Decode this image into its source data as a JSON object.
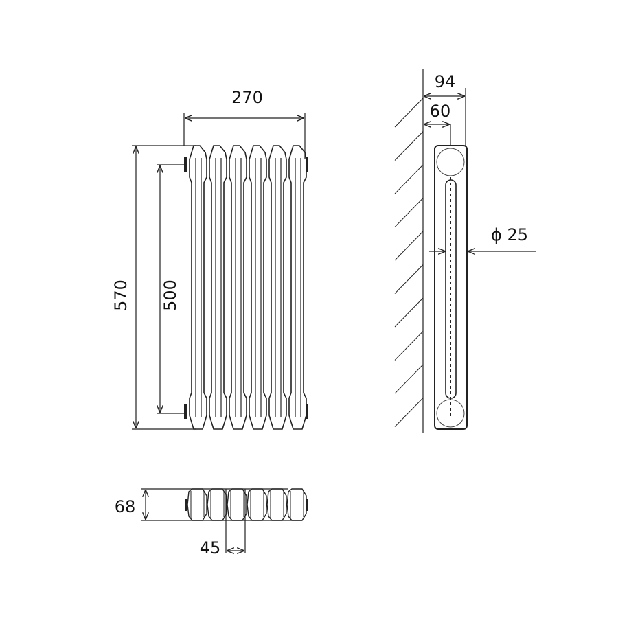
{
  "front_view": {
    "column_count": 6,
    "dimensions": {
      "width": "270",
      "height": "570",
      "centers": "500"
    }
  },
  "side_view": {
    "dimensions": {
      "depth": "94",
      "pipe_offset": "60",
      "pipe_diameter": "ϕ 25"
    }
  },
  "top_view": {
    "dimensions": {
      "depth": "68",
      "section_pitch": "45"
    }
  },
  "colors": {
    "line": "#222222",
    "background": "#ffffff"
  }
}
